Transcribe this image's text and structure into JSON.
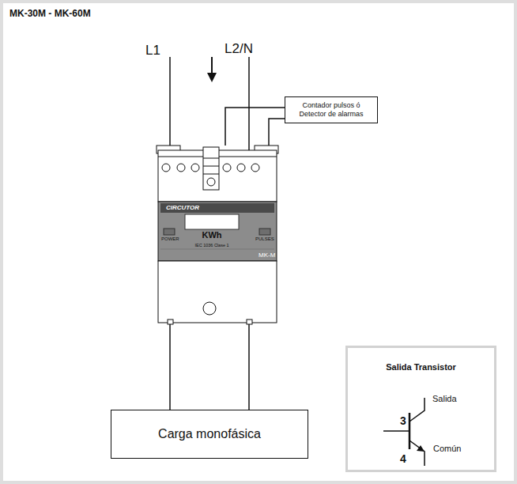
{
  "diagram": {
    "title": "MK-30M - MK-60M",
    "nodes": [
      {
        "text": [
          "Contador pulsos ó Detector de alarmas"
        ]
      },
      {
        "text": [
          "CIRCUTOR",
          "POWER",
          "KWh",
          "PULSES",
          "IEC 1036 Clase 1",
          "MK-M"
        ]
      },
      {
        "text": [
          "Salida Transistor",
          "3",
          "Salida",
          "4",
          "Común"
        ]
      },
      {
        "text": [
          "Carga monofásica"
        ]
      }
    ],
    "edges": [
      {
        "from": 1,
        "to": 0,
        "arrow": "none"
      },
      {
        "from": 1,
        "to": 0,
        "arrow": "none"
      },
      {
        "from": 1,
        "to": 3,
        "arrow": "none"
      },
      {
        "from": 1,
        "to": 3,
        "arrow": "none"
      }
    ],
    "labels": [
      "L1",
      "L2/N"
    ]
  }
}
